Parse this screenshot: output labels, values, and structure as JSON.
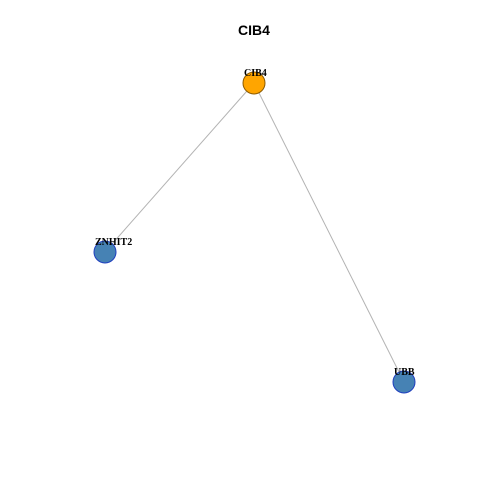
{
  "graph": {
    "title": "CIB4",
    "nodes": [
      {
        "id": "CIB4",
        "label": "CIB4",
        "fill": "#ffa500",
        "stroke": "#8b5a00"
      },
      {
        "id": "ZNHIT2",
        "label": "ZNHIT2",
        "fill": "#4682b4",
        "stroke": "#1f3fbf"
      },
      {
        "id": "UBB",
        "label": "UBB",
        "fill": "#4682b4",
        "stroke": "#1f3fbf"
      }
    ],
    "edges": [
      {
        "source": "CIB4",
        "target": "ZNHIT2"
      },
      {
        "source": "CIB4",
        "target": "UBB"
      }
    ],
    "colors": {
      "edge": "#b3b3b3",
      "center_node": "#ffa500",
      "neighbor_node": "#4682b4"
    }
  }
}
